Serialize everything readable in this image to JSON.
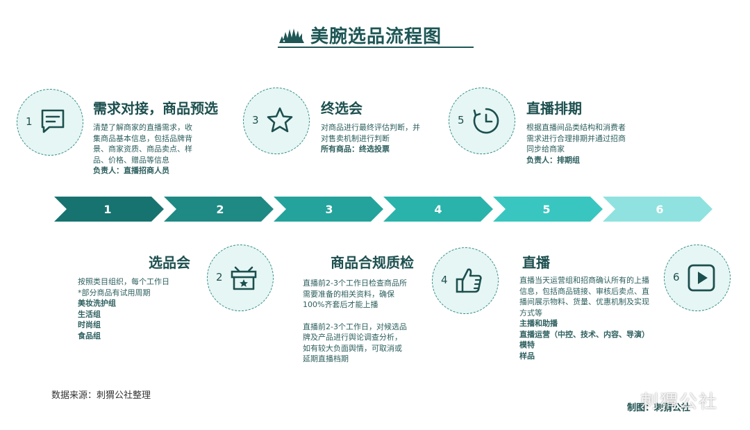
{
  "title": "美腕选品流程图",
  "colors": {
    "dark": "#1c4f4e",
    "circle_fill": "#e6f6f4",
    "arrows": [
      "#177370",
      "#1f8984",
      "#23a39c",
      "#29b3ab",
      "#39c6c0",
      "#8fe2df"
    ]
  },
  "top_steps": [
    {
      "num": "1",
      "icon": "chat-icon",
      "title": "需求对接，商品预选",
      "lines": [
        "清楚了解商家的直播需求，收",
        "集商品基本信息，包括品牌背",
        "景、商家资质、商品卖点、样",
        "品、价格、赠品等信息"
      ],
      "owner": "负责人：直播招商人员"
    },
    {
      "num": "3",
      "icon": "star-icon",
      "title": "终选会",
      "lines": [
        "对商品进行最终评估判断，并",
        "对售卖机制进行判断"
      ],
      "owner": "所有商品：终选投票"
    },
    {
      "num": "5",
      "icon": "clock-icon",
      "title": "直播排期",
      "lines": [
        "根据直播间品类结构和消费者",
        "需求进行合理排期并通过招商",
        "同步给商家"
      ],
      "owner": "负责人：排期组"
    }
  ],
  "arrow_labels": [
    "1",
    "2",
    "3",
    "4",
    "5",
    "6"
  ],
  "bottom_steps": [
    {
      "num": "2",
      "icon": "gift-box-icon",
      "title": "选品会",
      "lines": [
        "按照类目组织，每个工作日",
        "*部分商品有试用周期"
      ],
      "bold_lines": [
        "美妆洗护组",
        "生活组",
        "时尚组",
        "食品组"
      ]
    },
    {
      "num": "4",
      "icon": "thumbs-up-icon",
      "title": "商品合规质检",
      "para1": [
        "直播前2-3个工作日检查商品所",
        "需要准备的相关资料，确保",
        "100%齐套后才能上播"
      ],
      "para2": [
        "直播前2-3个工作日，对候选品",
        "牌及产品进行舆论调查分析，",
        "如有较大负面舆情，可取消或",
        "延期直播档期"
      ]
    },
    {
      "num": "6",
      "icon": "play-icon",
      "title": "直播",
      "lines": [
        "直播当天运营组和招商确认所有的上播",
        "信息，包括商品链接、审核后卖点、直",
        "播间展示物料、货量、优惠机制及实现",
        "方式等"
      ],
      "bold_lines": [
        "主播和助播",
        "直播运营（中控、技术、内容、导演）",
        "模特",
        "样品"
      ]
    }
  ],
  "source": "数据来源：刺猬公社整理",
  "credit": "制图：刺猬公社",
  "watermark": "刺猬公社"
}
